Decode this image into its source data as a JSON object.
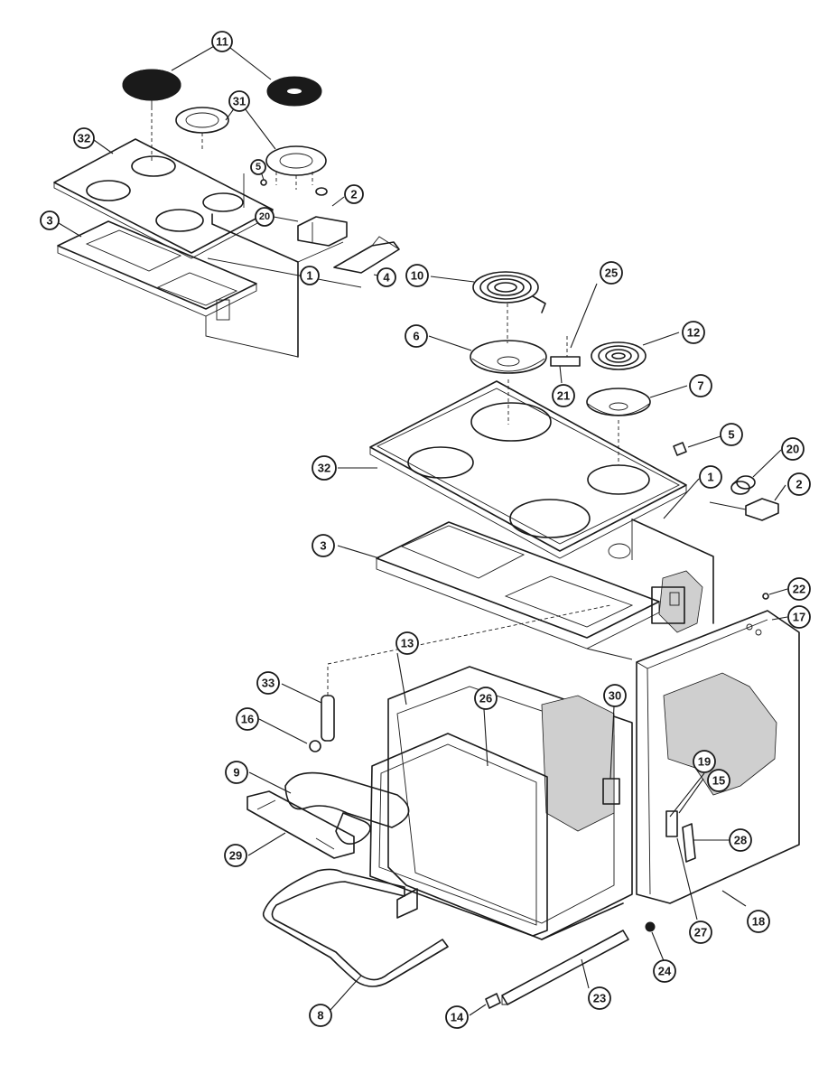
{
  "callouts": [
    {
      "id": "c-11",
      "label": "11"
    },
    {
      "id": "c-31",
      "label": "31"
    },
    {
      "id": "c-32a",
      "label": "32"
    },
    {
      "id": "c-5a",
      "label": "5"
    },
    {
      "id": "c-2a",
      "label": "2"
    },
    {
      "id": "c-20a",
      "label": "20"
    },
    {
      "id": "c-3a",
      "label": "3"
    },
    {
      "id": "c-1a",
      "label": "1"
    },
    {
      "id": "c-4",
      "label": "4"
    },
    {
      "id": "c-10",
      "label": "10"
    },
    {
      "id": "c-25",
      "label": "25"
    },
    {
      "id": "c-6",
      "label": "6"
    },
    {
      "id": "c-12",
      "label": "12"
    },
    {
      "id": "c-21",
      "label": "21"
    },
    {
      "id": "c-7",
      "label": "7"
    },
    {
      "id": "c-5b",
      "label": "5"
    },
    {
      "id": "c-20b",
      "label": "20"
    },
    {
      "id": "c-32b",
      "label": "32"
    },
    {
      "id": "c-1b",
      "label": "1"
    },
    {
      "id": "c-2b",
      "label": "2"
    },
    {
      "id": "c-3b",
      "label": "3"
    },
    {
      "id": "c-22",
      "label": "22"
    },
    {
      "id": "c-17",
      "label": "17"
    },
    {
      "id": "c-13",
      "label": "13"
    },
    {
      "id": "c-33",
      "label": "33"
    },
    {
      "id": "c-26",
      "label": "26"
    },
    {
      "id": "c-30",
      "label": "30"
    },
    {
      "id": "c-16",
      "label": "16"
    },
    {
      "id": "c-19",
      "label": "19"
    },
    {
      "id": "c-15",
      "label": "15"
    },
    {
      "id": "c-9",
      "label": "9"
    },
    {
      "id": "c-28",
      "label": "28"
    },
    {
      "id": "c-29",
      "label": "29"
    },
    {
      "id": "c-18",
      "label": "18"
    },
    {
      "id": "c-27",
      "label": "27"
    },
    {
      "id": "c-24",
      "label": "24"
    },
    {
      "id": "c-23",
      "label": "23"
    },
    {
      "id": "c-8",
      "label": "8"
    },
    {
      "id": "c-14",
      "label": "14"
    }
  ]
}
